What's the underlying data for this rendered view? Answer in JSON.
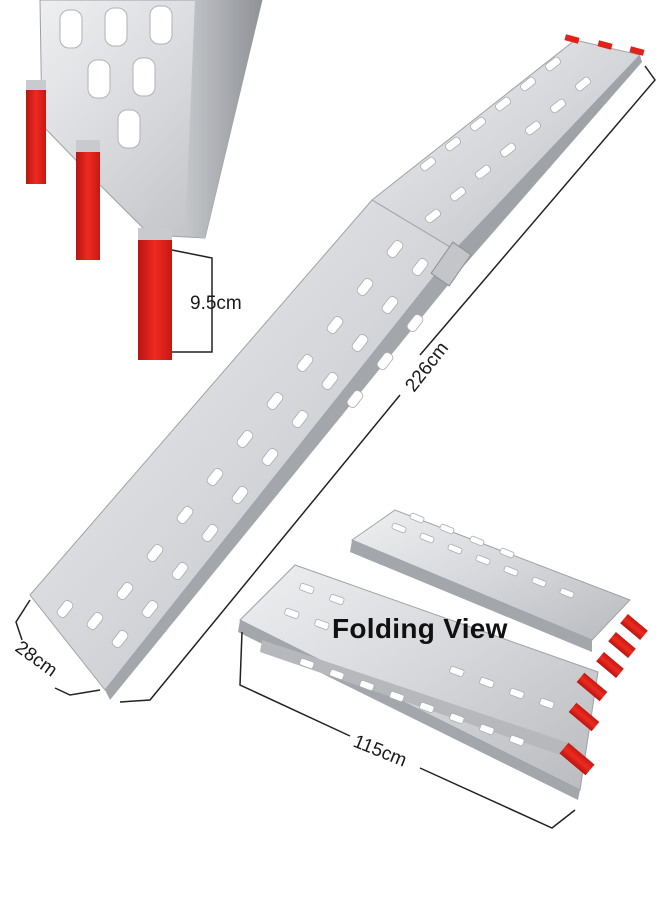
{
  "dimensions": {
    "foot_height": "9.5cm",
    "length_full": "226cm",
    "width": "28cm",
    "length_folded": "115cm"
  },
  "caption": "Folding View",
  "colors": {
    "aluminum": "#d9dadc",
    "aluminum_dark": "#a9abaf",
    "rubber_tip": "#e0221b",
    "line": "#222222"
  }
}
